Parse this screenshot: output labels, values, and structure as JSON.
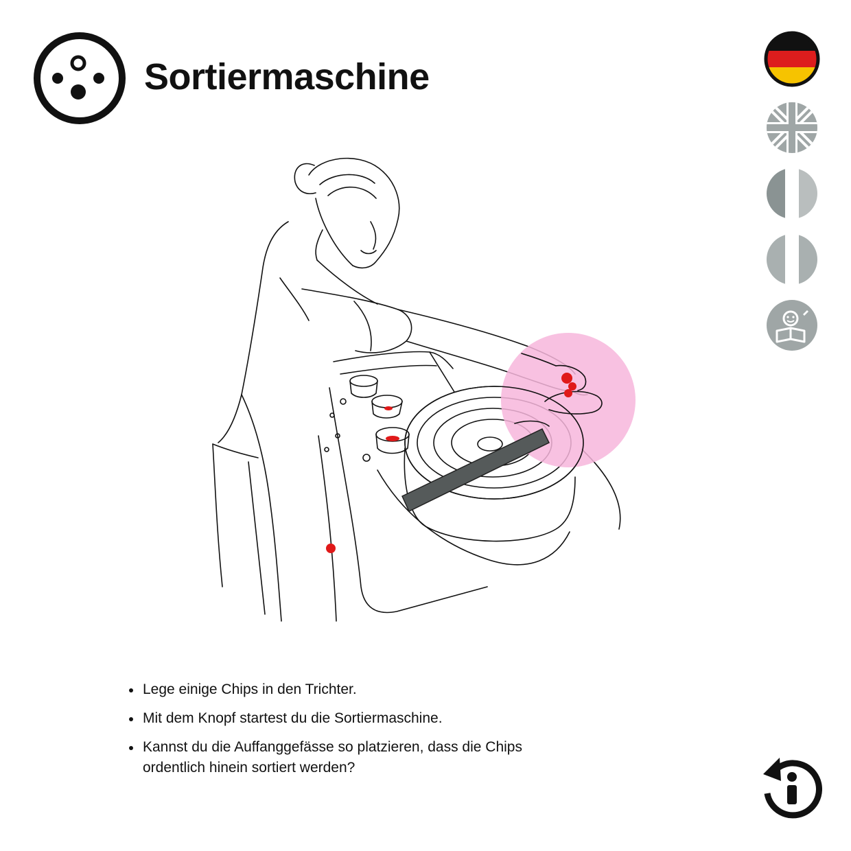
{
  "header": {
    "title": "Sortiermaschine",
    "app_icon": "sorting-dots-icon"
  },
  "languages": [
    {
      "code": "de",
      "icon": "flag-germany-icon",
      "active": true
    },
    {
      "code": "en",
      "icon": "flag-uk-icon",
      "active": false
    },
    {
      "code": "fr",
      "icon": "flag-france-icon",
      "active": false
    },
    {
      "code": "it",
      "icon": "flag-italy-icon",
      "active": false
    },
    {
      "code": "easy",
      "icon": "easy-language-icon",
      "active": false
    }
  ],
  "instructions": [
    "Lege einige Chips in den Trichter.",
    "Mit dem Knopf startest du die Sortiermaschine.",
    "Kannst du die Auffanggefässe so platzieren, dass die Chips ordentlich hinein sortiert werden?"
  ],
  "colors": {
    "highlight": "#f7b6dc",
    "chip_red": "#e01919",
    "ramp": "#555a5a",
    "inactive_flag": "#9fa6a6",
    "inactive_flag_light": "#c9cccc"
  },
  "footer": {
    "info_icon": "info-restart-icon"
  }
}
